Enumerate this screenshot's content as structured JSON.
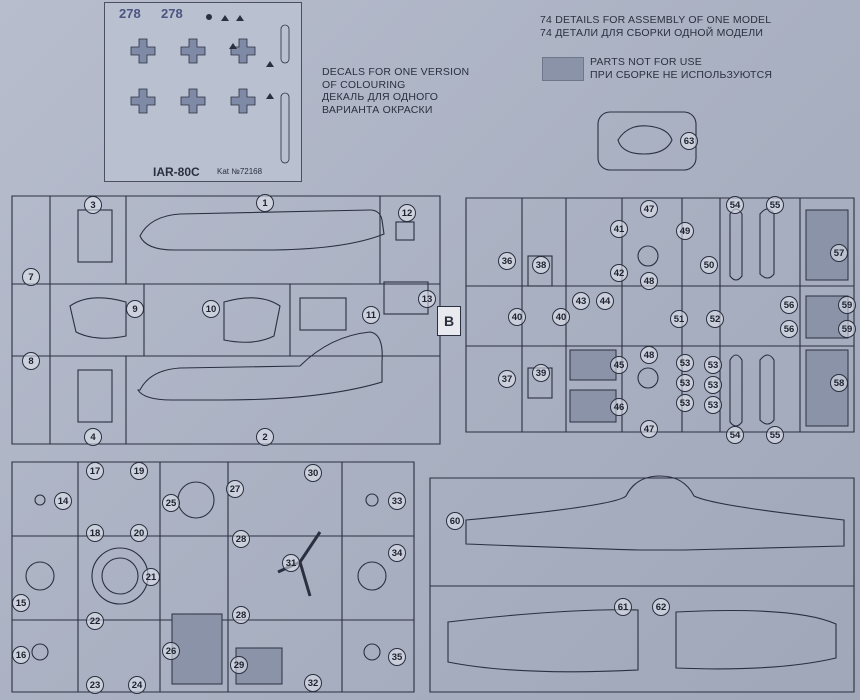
{
  "decal_sheet": {
    "numbers": [
      "278",
      "278"
    ],
    "model": "IAR-80C",
    "catalog": "Kat №72168"
  },
  "decals_note": {
    "en": [
      "DECALS FOR ONE VERSION",
      "OF COLOURING"
    ],
    "ru": [
      "ДЕКАЛЬ ДЛЯ ОДНОГО",
      "ВАРИАНТА ОКРАСКИ"
    ]
  },
  "details_note": {
    "en": "74 DETAILS FOR ASSEMBLY OF ONE MODEL",
    "ru": "74 ДЕТАЛИ ДЛЯ СБОРКИ ОДНОЙ МОДЕЛИ"
  },
  "unused_note": {
    "en": "PARTS NOT FOR USE",
    "ru": "ПРИ СБОРКЕ НЕ ИСПОЛЬЗУЮТСЯ"
  },
  "sprue_label": "B",
  "parts": [
    {
      "n": "1"
    },
    {
      "n": "2"
    },
    {
      "n": "3"
    },
    {
      "n": "4"
    },
    {
      "n": "7"
    },
    {
      "n": "8"
    },
    {
      "n": "9"
    },
    {
      "n": "10"
    },
    {
      "n": "11"
    },
    {
      "n": "12"
    },
    {
      "n": "13"
    },
    {
      "n": "14"
    },
    {
      "n": "15"
    },
    {
      "n": "16"
    },
    {
      "n": "17"
    },
    {
      "n": "18"
    },
    {
      "n": "19"
    },
    {
      "n": "20"
    },
    {
      "n": "21"
    },
    {
      "n": "22"
    },
    {
      "n": "23"
    },
    {
      "n": "24"
    },
    {
      "n": "25"
    },
    {
      "n": "26"
    },
    {
      "n": "27"
    },
    {
      "n": "28"
    },
    {
      "n": "28"
    },
    {
      "n": "29"
    },
    {
      "n": "30"
    },
    {
      "n": "31"
    },
    {
      "n": "32"
    },
    {
      "n": "33"
    },
    {
      "n": "34"
    },
    {
      "n": "35"
    },
    {
      "n": "36"
    },
    {
      "n": "37"
    },
    {
      "n": "38"
    },
    {
      "n": "39"
    },
    {
      "n": "40"
    },
    {
      "n": "40"
    },
    {
      "n": "41"
    },
    {
      "n": "42"
    },
    {
      "n": "43"
    },
    {
      "n": "44"
    },
    {
      "n": "45"
    },
    {
      "n": "46"
    },
    {
      "n": "47"
    },
    {
      "n": "47"
    },
    {
      "n": "48"
    },
    {
      "n": "48"
    },
    {
      "n": "49"
    },
    {
      "n": "50"
    },
    {
      "n": "51"
    },
    {
      "n": "52"
    },
    {
      "n": "53"
    },
    {
      "n": "53"
    },
    {
      "n": "53"
    },
    {
      "n": "53"
    },
    {
      "n": "53"
    },
    {
      "n": "53"
    },
    {
      "n": "54"
    },
    {
      "n": "54"
    },
    {
      "n": "55"
    },
    {
      "n": "55"
    },
    {
      "n": "56"
    },
    {
      "n": "56"
    },
    {
      "n": "57"
    },
    {
      "n": "58"
    },
    {
      "n": "59"
    },
    {
      "n": "59"
    },
    {
      "n": "60"
    },
    {
      "n": "61"
    },
    {
      "n": "62"
    },
    {
      "n": "63"
    }
  ],
  "colors": {
    "paper": "#aeb5c6",
    "ink": "#2b3040",
    "unused_fill": "#8a93a8"
  }
}
